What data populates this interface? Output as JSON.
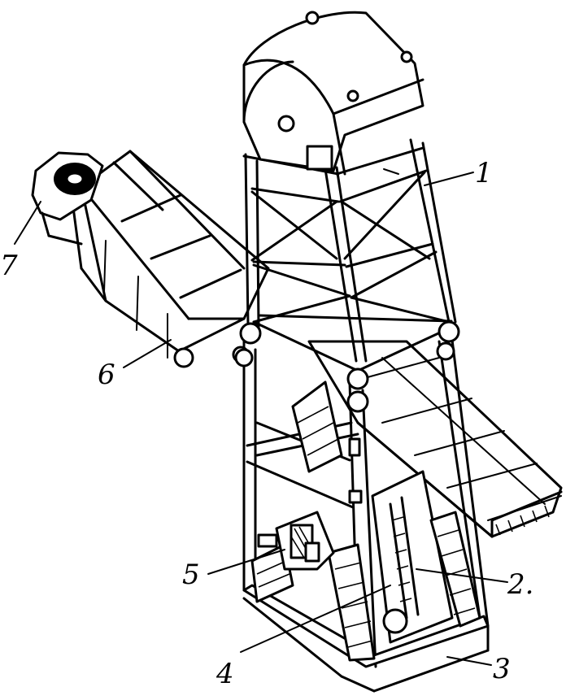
{
  "callouts": [
    {
      "id": "1",
      "label": "1"
    },
    {
      "id": "2",
      "label": "2."
    },
    {
      "id": "3",
      "label": "3"
    },
    {
      "id": "4",
      "label": "4"
    },
    {
      "id": "5",
      "label": "5"
    },
    {
      "id": "6",
      "label": "6"
    },
    {
      "id": "7",
      "label": "7"
    }
  ]
}
